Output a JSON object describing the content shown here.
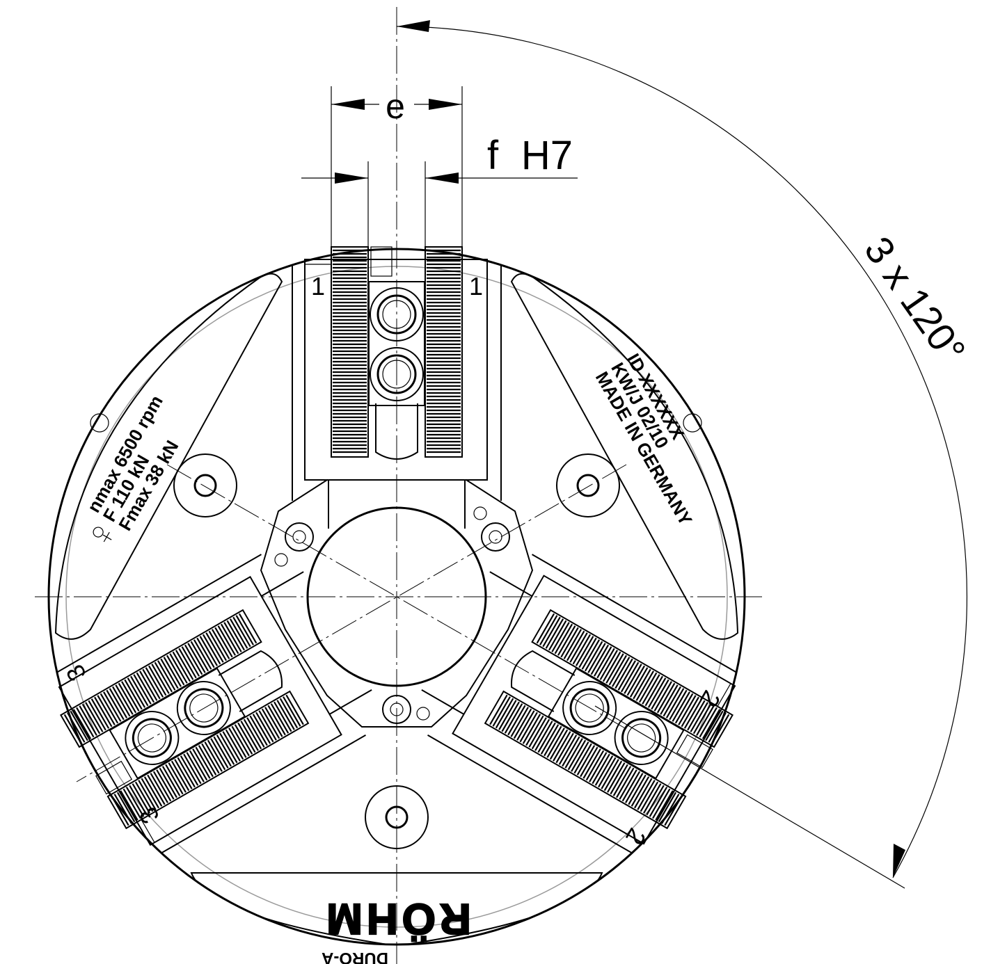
{
  "dimensions": {
    "width_label": "e",
    "slot_label": "f",
    "slot_tolerance": "H7",
    "angle_label": "3 x 120°"
  },
  "jaw_numbers": {
    "jaw1": "1",
    "jaw2": "2",
    "jaw3": "3"
  },
  "left_engraving": {
    "line1": "nmax 6500 rpm",
    "line2": "F 110 kN",
    "line3": "Fmax 38 kN"
  },
  "right_engraving": {
    "line1": "ID XXXXXX",
    "line2": "KW/J 02/10",
    "line3": "MADE IN GERMANY"
  },
  "logo": {
    "brand": "RÖHM",
    "product": "DURO-A"
  },
  "colors": {
    "line": "#000000",
    "hidden_edge": "#9a9a9a",
    "background": "#ffffff"
  }
}
